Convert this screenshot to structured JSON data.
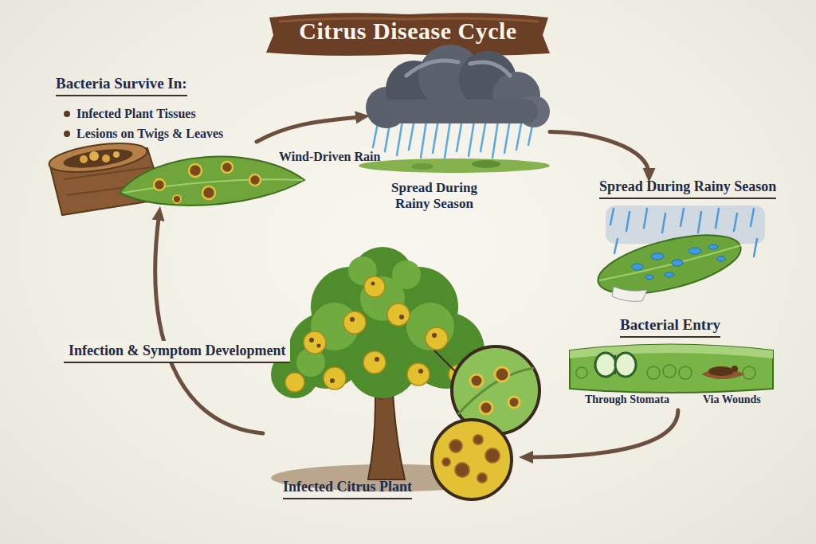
{
  "diagram": {
    "title": "Citrus Disease Cycle",
    "nodes": [
      {
        "text": [
          "Bacteria Survive In:",
          "Infected Plant Tissues",
          "Lesions on Twigs & Leaves"
        ]
      },
      {
        "text": [
          "Spread During Rainy Season"
        ]
      },
      {
        "text": [
          "Spread During Rainy Season"
        ]
      },
      {
        "text": [
          "Bacterial Entry",
          "Through Stomata",
          "Via Wounds"
        ]
      },
      {
        "text": [
          "Infected Citrus Plant"
        ]
      }
    ],
    "edges": [
      {
        "from": 0,
        "to": 1,
        "label": "Wind-Driven Rain",
        "arrow": "to"
      },
      {
        "from": 1,
        "to": 2,
        "arrow": "to"
      },
      {
        "from": 3,
        "to": 4,
        "arrow": "to"
      },
      {
        "from": 4,
        "to": 0,
        "label": "Infection & Symptom Development",
        "arrow": "to"
      }
    ]
  }
}
